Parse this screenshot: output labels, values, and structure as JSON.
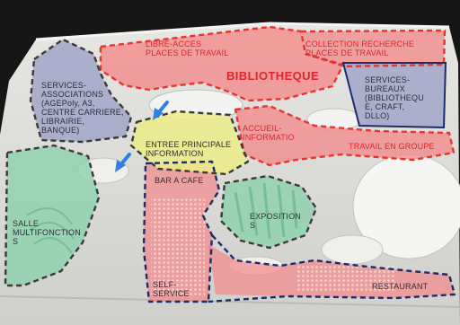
{
  "colors": {
    "zone_red": "#f28b8b",
    "zone_green": "#8fd1ad",
    "zone_yellow": "#ecea8a",
    "zone_blue_grey": "#9fa3c7",
    "outline_red": "#e8332f",
    "outline_navy": "#1d2c6b",
    "outline_dark": "#3a3a3a",
    "arrow_blue": "#2f7fe6",
    "label_red": "#e0252a",
    "label_dark": "#2d2d3a"
  },
  "labels": {
    "libre_acces": "LIBRE-ACCES\nPLACES DE TRAVAIL",
    "collection_recherche": "COLLECTION RECHERCHE\nPLACES DE TRAVAIL",
    "bibliotheque": "BIBLIOTHEQUE",
    "services_associations": "SERVICES-\nASSOCIATIONS\n(AGEPoly, A3,\nCENTRE CARRIERE,\nLIBRAIRIE,\nBANQUE)",
    "services_bureaux": "SERVICES-\nBUREAUX\n(BIBLIOTHEQU\nE, CRAFT,\nDLLO)",
    "entree_principale": "ENTREE PRINCIPALE\nINFORMATION",
    "accueil_information": "ACCUEIL-\nINFORMATIO",
    "travail_en_groupe": "TRAVAIL EN GROUPE",
    "bar_a_cafe": "BAR A CAFE",
    "exposition": "EXPOSITION\nS",
    "salle_multifonction": "SALLE\nMULTIFONCTION\nS",
    "self_service": "SELF-\nSERVICE",
    "restaurant": "RESTAURANT"
  }
}
